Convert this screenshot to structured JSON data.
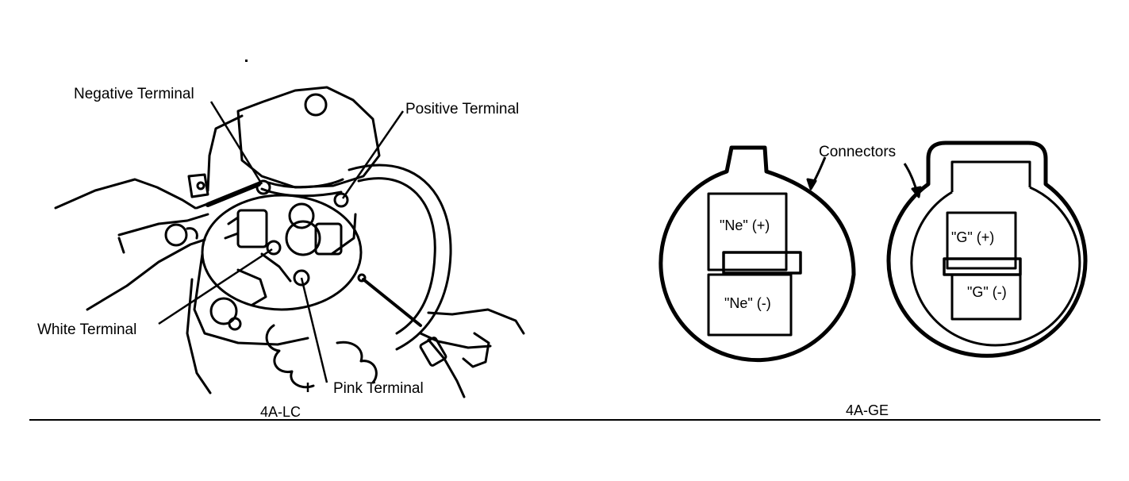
{
  "left_figure": {
    "caption": "4A-LC",
    "labels": {
      "negative": "Negative Terminal",
      "positive": "Positive Terminal",
      "white": "White Terminal",
      "pink": "Pink Terminal"
    }
  },
  "right_figure": {
    "caption": "4A-GE",
    "connectors_label": "Connectors",
    "ne_plus": "\"Ne\" (+)",
    "ne_minus": "\"Ne\" (-)",
    "g_plus": "\"G\" (+)",
    "g_minus": "\"G\" (-)"
  }
}
